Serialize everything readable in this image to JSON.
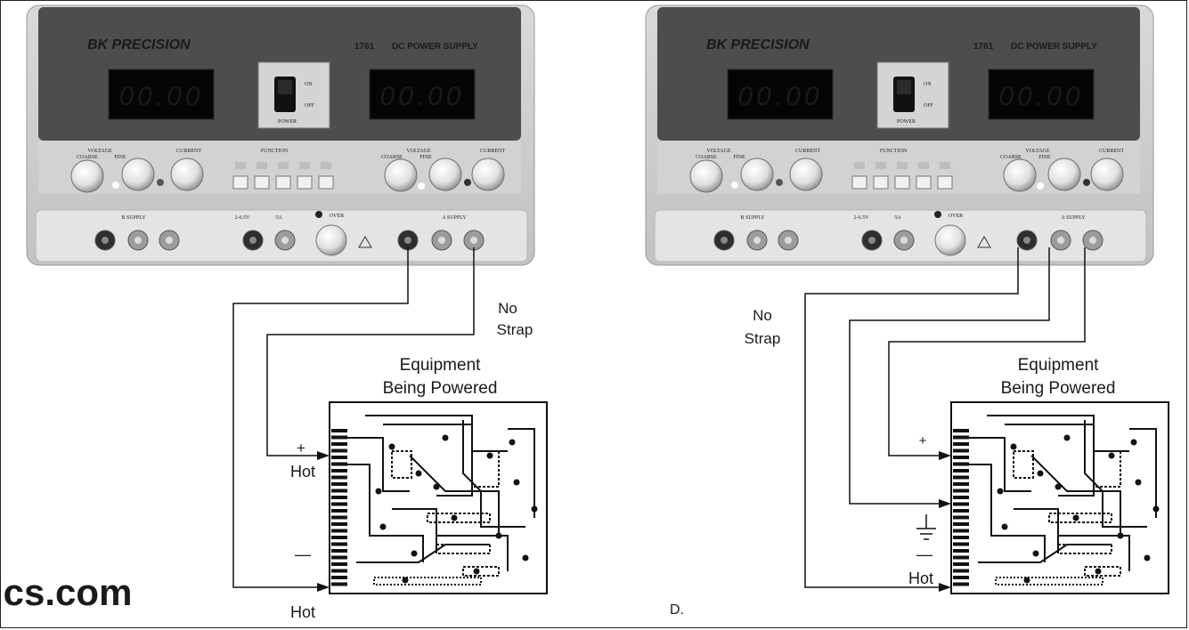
{
  "watermark": "ics.com",
  "panels": [
    {
      "id": "left",
      "brand": "BK PRECISION",
      "model": "1761",
      "product": "DC POWER SUPPLY",
      "display_left": "00.00",
      "display_right": "00.00",
      "switch_on": "ON",
      "switch_off": "OFF",
      "power_label": "POWER",
      "function_label": "FUNCTION",
      "voltage_label": "VOLTAGE",
      "current_label": "CURRENT",
      "coarse_label": "COARSE",
      "fine_label": "FINE",
      "b_supply_label": "B SUPPLY",
      "a_supply_label": "A SUPPLY",
      "fixed_v_label": "2-6.5V",
      "fixed_a_label": "5A",
      "over_label": "OVER",
      "strap_line1": "No",
      "strap_line2": "Strap",
      "equip_line1": "Equipment",
      "equip_line2": "Being Powered",
      "plus_sign": "+",
      "hot_top": "Hot",
      "minus_sign": "—",
      "hot_bottom": "Hot",
      "panel_letter": ""
    },
    {
      "id": "right",
      "brand": "BK PRECISION",
      "model": "1761",
      "product": "DC POWER SUPPLY",
      "display_left": "00.00",
      "display_right": "00.00",
      "switch_on": "ON",
      "switch_off": "OFF",
      "power_label": "POWER",
      "function_label": "FUNCTION",
      "voltage_label": "VOLTAGE",
      "current_label": "CURRENT",
      "coarse_label": "COARSE",
      "fine_label": "FINE",
      "b_supply_label": "B SUPPLY",
      "a_supply_label": "A SUPPLY",
      "fixed_v_label": "2-6.5V",
      "fixed_a_label": "5A",
      "over_label": "OVER",
      "strap_line1": "No",
      "strap_line2": "Strap",
      "equip_line1": "Equipment",
      "equip_line2": "Being Powered",
      "plus_sign": "+",
      "minus_sign": "—",
      "hot_bottom": "Hot",
      "panel_letter": "D."
    }
  ]
}
